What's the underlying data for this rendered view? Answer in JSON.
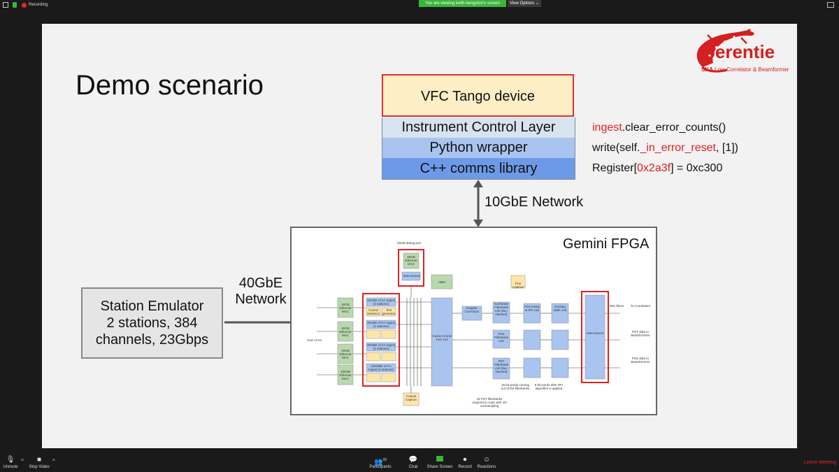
{
  "topbar": {
    "recording_label": "Recording",
    "share_notice": "You are viewing keith bengston's screen",
    "view_options_label": "View Options"
  },
  "slide": {
    "title": "Demo scenario",
    "logo": {
      "wordmark": "perentie",
      "ska": "SKA",
      "subtitle": "Low Correlator & Beamformer"
    },
    "stack": {
      "vfc": "VFC Tango device",
      "icl": "Instrument Control Layer",
      "python": "Python wrapper",
      "cpp": "C++ comms library"
    },
    "code": {
      "line1_red": "ingest",
      "line1_rest": ".clear_error_counts()",
      "line2_pre": "write(self.",
      "line2_red": "_in_error_reset",
      "line2_post": ", [1])",
      "line3_pre": "Register[",
      "line3_red": "0x2a3f",
      "line3_post": "] = 0xc300"
    },
    "network_10g": "10GbE Network",
    "network_40g_line1": "40GbE",
    "network_40g_line2": "Network",
    "station_emulator": {
      "line1": "Station Emulator",
      "line2": "2 stations, 384",
      "line3": "channels, 23Gbps"
    },
    "fpga_title": "Gemini FPGA",
    "diagram": {
      "debug_port": "25GB debug port",
      "eth_mac_top": "25GB Ethernet MAC",
      "interconnect": "Interconnect",
      "hbm": "HBM",
      "fine_capture": "Fine Capture",
      "from_lfaa": "from LFAA",
      "mac_blocks": [
        "40GB Ethernet MAC",
        "40GB Ethernet MAC",
        "40GB Ethernet MAC",
        "100GB Ethernet MAC"
      ],
      "ingest_blocks": [
        "40GBE LFAA Ingest (2 stations)",
        "40GBE LFAA Ingest (2 stations)",
        "40GBE LFAA Ingest (2 stations)",
        "100GBE LFAA Ingest (2 stations)"
      ],
      "coarse_stats": "Coarse Statistics",
      "test_gen": "Test generator",
      "coarse_corner_turn": "Coarse Corner Turn x12",
      "doppler": "Doppler Correction",
      "corr_fb": "Correlator Filterbank x18 (two-stacked)",
      "pss_fb": "PSS Filterbank x18",
      "pst_fb": "PST Filterbank x18 (two-stacked)",
      "fine_delay": "Fine Delay & RFI x18",
      "routing": "Routing table x18",
      "interconnect_right": "Interconnect",
      "out_corr": "To Correlators",
      "out_pst": "PST data to Beamformers",
      "out_pss": "PSS data to Beamformers",
      "out_25g": "25G fibres",
      "note1": "16 bit words coming out of the filterbanks",
      "note2": "8 bit words after RFI algorithm is applied",
      "note3": "18 PST filterbanks required to cope with 4/3 oversampling",
      "coarse_capture": "Coarse Capture"
    }
  },
  "bottombar": {
    "unmute": "Unmute",
    "stop_video": "Stop Video",
    "participants": "Participants",
    "participants_count": "39",
    "chat": "Chat",
    "share_screen": "Share Screen",
    "record": "Record",
    "reactions": "Reactions",
    "leave": "Leave Meeting"
  },
  "colors": {
    "accent_red": "#e02020",
    "zoom_green": "#3cb43c"
  }
}
